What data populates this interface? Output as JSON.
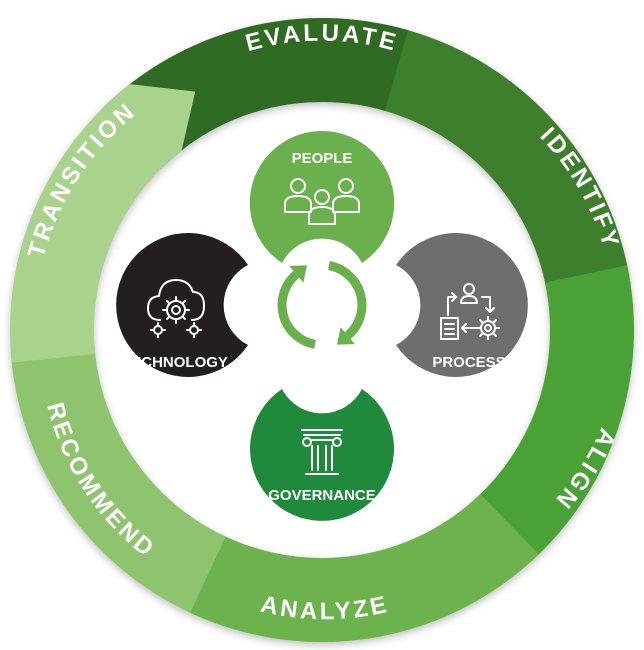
{
  "ring": {
    "segments": [
      {
        "id": "evaluate",
        "label": "EVALUATE",
        "color": "#2f6b22",
        "bright": "#3e7f2c"
      },
      {
        "id": "identify",
        "label": "IDENTIFY",
        "color": "#3d7f2c",
        "bright": "#4a8f35"
      },
      {
        "id": "align",
        "label": "ALIGN",
        "color": "#4aa236",
        "bright": "#59b043"
      },
      {
        "id": "analyze",
        "label": "ANALYZE",
        "color": "#6cb24d",
        "bright": "#78bb58"
      },
      {
        "id": "recommend",
        "label": "RECOMMEND",
        "color": "#8fc46e",
        "bright": "#99ca7a"
      },
      {
        "id": "transition",
        "label": "TRANSITION",
        "color": "#a9d38c",
        "bright": "#b5da9b"
      }
    ]
  },
  "nodes": {
    "people": {
      "label": "PEOPLE",
      "color": "#6ab04c",
      "icon": "people-icon"
    },
    "process": {
      "label": "PROCESS",
      "color": "#6d6e70",
      "icon": "process-icon"
    },
    "governance": {
      "label": "GOVERNANCE",
      "color": "#1f8a3b",
      "icon": "pillar-icon"
    },
    "technology": {
      "label": "TECHNOLOGY",
      "color": "#231f20",
      "icon": "cloud-gears-icon"
    }
  },
  "center": {
    "icon": "cycle-arrows-icon",
    "color": "#6ab04c"
  }
}
